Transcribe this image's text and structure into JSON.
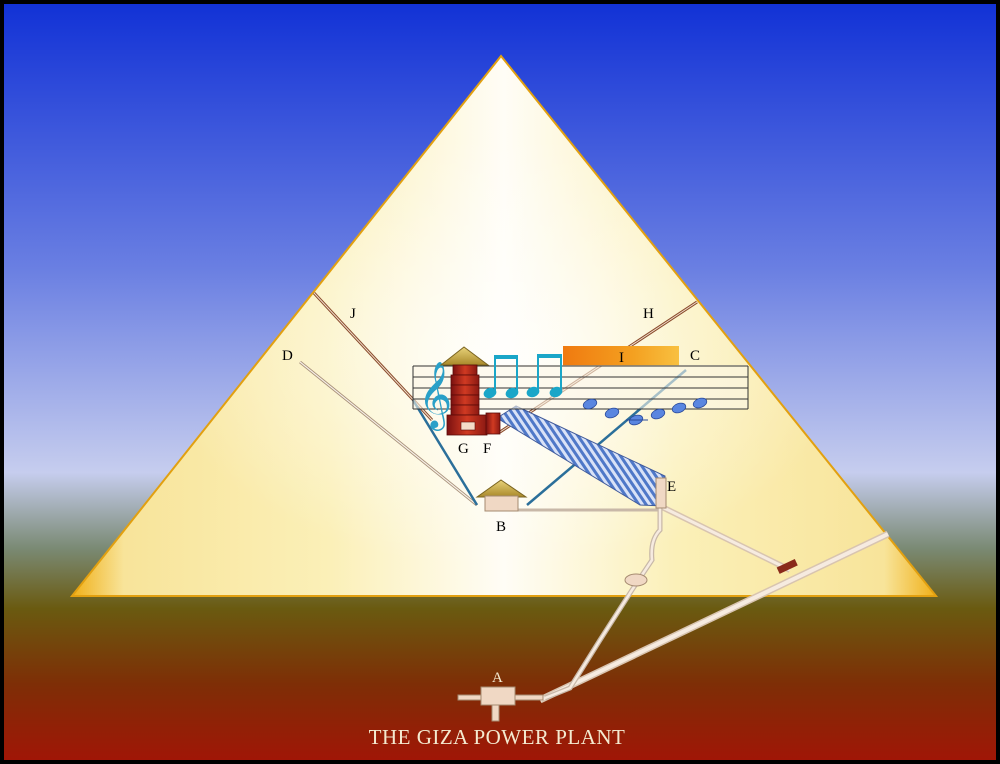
{
  "title": "THE GIZA POWER PLANT",
  "labels": {
    "A": "A",
    "B": "B",
    "C": "C",
    "D": "D",
    "E": "E",
    "F": "F",
    "G": "G",
    "H": "H",
    "I": "I",
    "J": "J"
  },
  "colors": {
    "sky_top": "#1437d8",
    "sky_mid": "#b9c3ee",
    "ground": "#8a2a07",
    "pyramid": "#fbf3bd",
    "pyramid_edge": "#f0b018",
    "passage": "#f0d8c4",
    "shaft_blue": "#2b6f9a",
    "note_cyan": "#1aa6c8",
    "chamber_red": "#b3221a",
    "gallery_blue": "#5a7fd0"
  }
}
